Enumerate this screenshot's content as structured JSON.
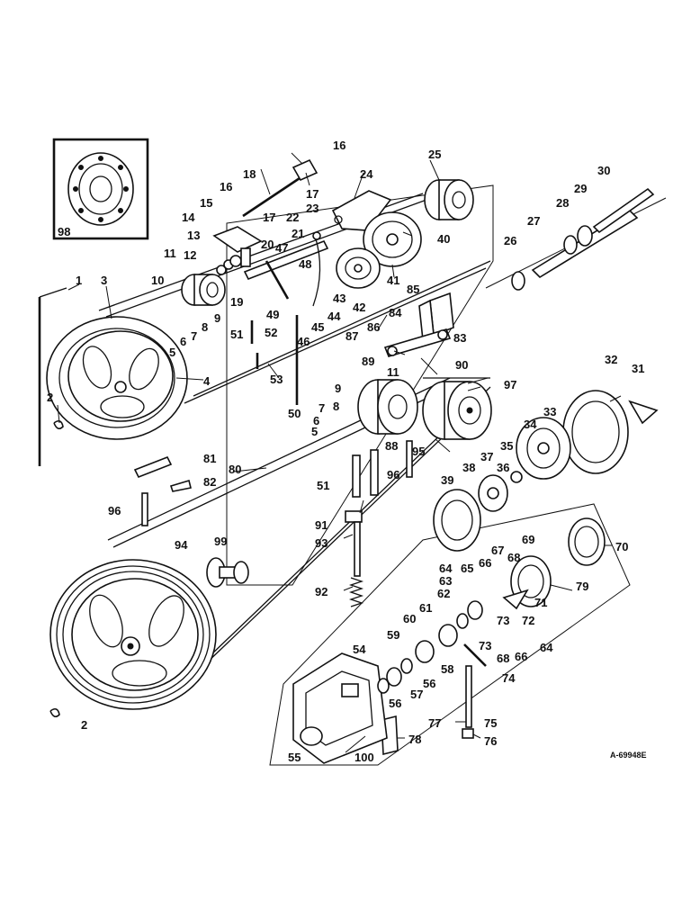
{
  "figure": {
    "drawing_number": "A-69948E",
    "callouts": [
      {
        "id": "c1",
        "text": "1"
      },
      {
        "id": "c2a",
        "text": "2"
      },
      {
        "id": "c2b",
        "text": "2"
      },
      {
        "id": "c3",
        "text": "3"
      },
      {
        "id": "c4",
        "text": "4"
      },
      {
        "id": "c5a",
        "text": "5"
      },
      {
        "id": "c5b",
        "text": "5"
      },
      {
        "id": "c6a",
        "text": "6"
      },
      {
        "id": "c6b",
        "text": "6"
      },
      {
        "id": "c7a",
        "text": "7"
      },
      {
        "id": "c7b",
        "text": "7"
      },
      {
        "id": "c8a",
        "text": "8"
      },
      {
        "id": "c8b",
        "text": "8"
      },
      {
        "id": "c9a",
        "text": "9"
      },
      {
        "id": "c9b",
        "text": "9"
      },
      {
        "id": "c10",
        "text": "10"
      },
      {
        "id": "c11a",
        "text": "11"
      },
      {
        "id": "c11b",
        "text": "11"
      },
      {
        "id": "c12",
        "text": "12"
      },
      {
        "id": "c13",
        "text": "13"
      },
      {
        "id": "c14",
        "text": "14"
      },
      {
        "id": "c15",
        "text": "15"
      },
      {
        "id": "c16a",
        "text": "16"
      },
      {
        "id": "c16b",
        "text": "16"
      },
      {
        "id": "c17a",
        "text": "17"
      },
      {
        "id": "c17b",
        "text": "17"
      },
      {
        "id": "c18",
        "text": "18"
      },
      {
        "id": "c19",
        "text": "19"
      },
      {
        "id": "c20",
        "text": "20"
      },
      {
        "id": "c21",
        "text": "21"
      },
      {
        "id": "c22",
        "text": "22"
      },
      {
        "id": "c23",
        "text": "23"
      },
      {
        "id": "c24",
        "text": "24"
      },
      {
        "id": "c25",
        "text": "25"
      },
      {
        "id": "c26",
        "text": "26"
      },
      {
        "id": "c27",
        "text": "27"
      },
      {
        "id": "c28",
        "text": "28"
      },
      {
        "id": "c29",
        "text": "29"
      },
      {
        "id": "c30",
        "text": "30"
      },
      {
        "id": "c31",
        "text": "31"
      },
      {
        "id": "c32",
        "text": "32"
      },
      {
        "id": "c33",
        "text": "33"
      },
      {
        "id": "c34",
        "text": "34"
      },
      {
        "id": "c35",
        "text": "35"
      },
      {
        "id": "c36",
        "text": "36"
      },
      {
        "id": "c37",
        "text": "37"
      },
      {
        "id": "c38",
        "text": "38"
      },
      {
        "id": "c39",
        "text": "39"
      },
      {
        "id": "c40",
        "text": "40"
      },
      {
        "id": "c41",
        "text": "41"
      },
      {
        "id": "c42",
        "text": "42"
      },
      {
        "id": "c43",
        "text": "43"
      },
      {
        "id": "c44",
        "text": "44"
      },
      {
        "id": "c45",
        "text": "45"
      },
      {
        "id": "c46",
        "text": "46"
      },
      {
        "id": "c47",
        "text": "47"
      },
      {
        "id": "c48",
        "text": "48"
      },
      {
        "id": "c49",
        "text": "49"
      },
      {
        "id": "c50",
        "text": "50"
      },
      {
        "id": "c51a",
        "text": "51"
      },
      {
        "id": "c51b",
        "text": "51"
      },
      {
        "id": "c52",
        "text": "52"
      },
      {
        "id": "c53",
        "text": "53"
      },
      {
        "id": "c54",
        "text": "54"
      },
      {
        "id": "c55",
        "text": "55"
      },
      {
        "id": "c56a",
        "text": "56"
      },
      {
        "id": "c56b",
        "text": "56"
      },
      {
        "id": "c57",
        "text": "57"
      },
      {
        "id": "c58",
        "text": "58"
      },
      {
        "id": "c59",
        "text": "59"
      },
      {
        "id": "c60",
        "text": "60"
      },
      {
        "id": "c61",
        "text": "61"
      },
      {
        "id": "c62",
        "text": "62"
      },
      {
        "id": "c63",
        "text": "63"
      },
      {
        "id": "c64a",
        "text": "64"
      },
      {
        "id": "c64b",
        "text": "64"
      },
      {
        "id": "c65",
        "text": "65"
      },
      {
        "id": "c66a",
        "text": "66"
      },
      {
        "id": "c66b",
        "text": "66"
      },
      {
        "id": "c67",
        "text": "67"
      },
      {
        "id": "c68a",
        "text": "68"
      },
      {
        "id": "c68b",
        "text": "68"
      },
      {
        "id": "c69",
        "text": "69"
      },
      {
        "id": "c70",
        "text": "70"
      },
      {
        "id": "c71",
        "text": "71"
      },
      {
        "id": "c72",
        "text": "72"
      },
      {
        "id": "c73a",
        "text": "73"
      },
      {
        "id": "c73b",
        "text": "73"
      },
      {
        "id": "c74",
        "text": "74"
      },
      {
        "id": "c75",
        "text": "75"
      },
      {
        "id": "c76",
        "text": "76"
      },
      {
        "id": "c77",
        "text": "77"
      },
      {
        "id": "c78",
        "text": "78"
      },
      {
        "id": "c79",
        "text": "79"
      },
      {
        "id": "c80",
        "text": "80"
      },
      {
        "id": "c81",
        "text": "81"
      },
      {
        "id": "c82",
        "text": "82"
      },
      {
        "id": "c83",
        "text": "83"
      },
      {
        "id": "c84",
        "text": "84"
      },
      {
        "id": "c85",
        "text": "85"
      },
      {
        "id": "c86",
        "text": "86"
      },
      {
        "id": "c87",
        "text": "87"
      },
      {
        "id": "c88",
        "text": "88"
      },
      {
        "id": "c89",
        "text": "89"
      },
      {
        "id": "c90",
        "text": "90"
      },
      {
        "id": "c91",
        "text": "91"
      },
      {
        "id": "c92",
        "text": "92"
      },
      {
        "id": "c93",
        "text": "93"
      },
      {
        "id": "c94",
        "text": "94"
      },
      {
        "id": "c95",
        "text": "95"
      },
      {
        "id": "c96a",
        "text": "96"
      },
      {
        "id": "c96b",
        "text": "96"
      },
      {
        "id": "c97",
        "text": "97"
      },
      {
        "id": "c98",
        "text": "98"
      },
      {
        "id": "c99",
        "text": "99"
      },
      {
        "id": "c100",
        "text": "100"
      }
    ]
  }
}
